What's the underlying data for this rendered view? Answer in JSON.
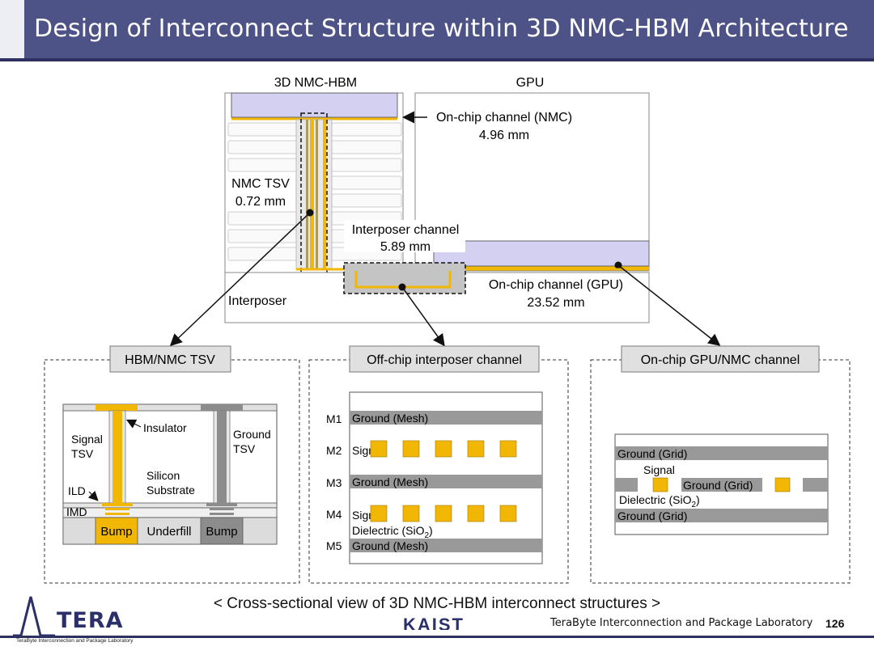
{
  "title": "Design of Interconnect Structure within 3D NMC-HBM Architecture",
  "top_diagram": {
    "hbm_label": "3D NMC-HBM",
    "gpu_label": "GPU",
    "nmc_channel_label": "On-chip channel (NMC)",
    "nmc_channel_length": "4.96 mm",
    "tsv_label": "NMC TSV",
    "tsv_length": "0.72 mm",
    "interposer_channel_label": "Interposer channel",
    "interposer_channel_length": "5.89 mm",
    "gpu_channel_label": "On-chip channel (GPU)",
    "gpu_channel_length": "23.52 mm",
    "interposer_label": "Interposer"
  },
  "panels": {
    "tsv": {
      "title": "HBM/NMC TSV",
      "signal_tsv_line1": "Signal",
      "signal_tsv_line2": "TSV",
      "insulator": "Insulator",
      "ground_tsv_line1": "Ground",
      "ground_tsv_line2": "TSV",
      "silicon_line1": "Silicon",
      "silicon_line2": "Substrate",
      "ild": "ILD",
      "imd": "IMD",
      "bump_left": "Bump",
      "underfill": "Underfill",
      "bump_right": "Bump"
    },
    "interposer": {
      "title": "Off-chip interposer channel",
      "m1": "M1",
      "m2": "M2",
      "m3": "M3",
      "m4": "M4",
      "m5": "M5",
      "ground_mesh": "Ground (Mesh)",
      "signal": "Signal",
      "dielectric_main": "Dielectric (SiO",
      "dielectric_sub": "2",
      "dielectric_close": ")"
    },
    "onchip": {
      "title": "On-chip GPU/NMC channel",
      "ground_grid": "Ground (Grid)",
      "signal": "Signal",
      "dielectric_main": "Dielectric (SiO",
      "dielectric_sub": "2",
      "dielectric_close": ")"
    }
  },
  "caption": "< Cross-sectional view of 3D NMC-HBM interconnect structures >",
  "footer": {
    "logo": "TERA",
    "logo_sub": "TeraByte Interconnection and Package Laboratory",
    "lab_name": "TeraByte Interconnection and Package Laboratory",
    "page_number": "126",
    "center_logo": "KAIST"
  },
  "colors": {
    "title_bar": "#4d5287",
    "signal_gold": "#f2b705",
    "gray_metal": "#8c8c8c",
    "chip_lavender": "#d4d0f2"
  }
}
